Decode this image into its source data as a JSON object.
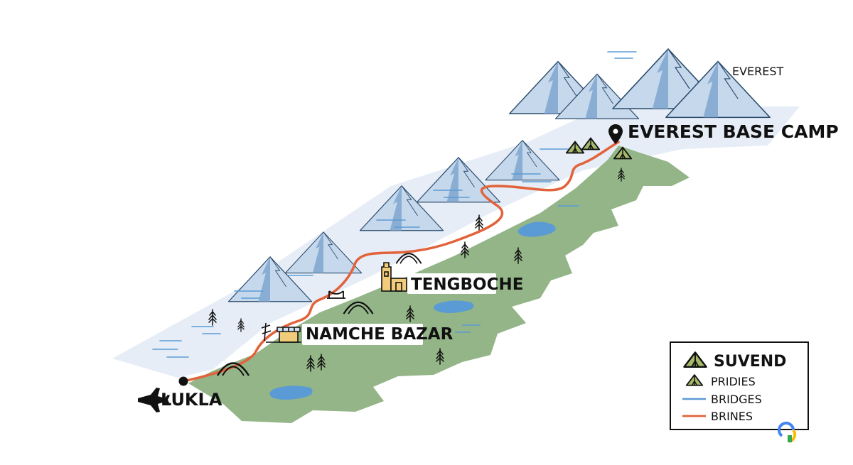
{
  "places": {
    "everest_peak": "EVEREST",
    "base_camp": "EVEREST BASE CAMP",
    "tengboche": "TENGBOCHE",
    "namche": "NAMCHE BAZAR",
    "lukla": "LUKLA"
  },
  "legend": {
    "items": [
      {
        "label": "SUVEND",
        "symbol": "tent-icon"
      },
      {
        "label": "PRIDIES",
        "symbol": "tent-icon"
      },
      {
        "label": "BRIDGES",
        "symbol": "blue-line"
      },
      {
        "label": "BRINES",
        "symbol": "orange-line"
      }
    ]
  },
  "colors": {
    "trail": "#e2623a",
    "bridge_line": "#5b9bd5",
    "valley": "#93b587",
    "snow": "#e8eef6",
    "mountain": "#a8c6e3",
    "water": "#5b9bd5",
    "tent": "#a6b86a"
  }
}
